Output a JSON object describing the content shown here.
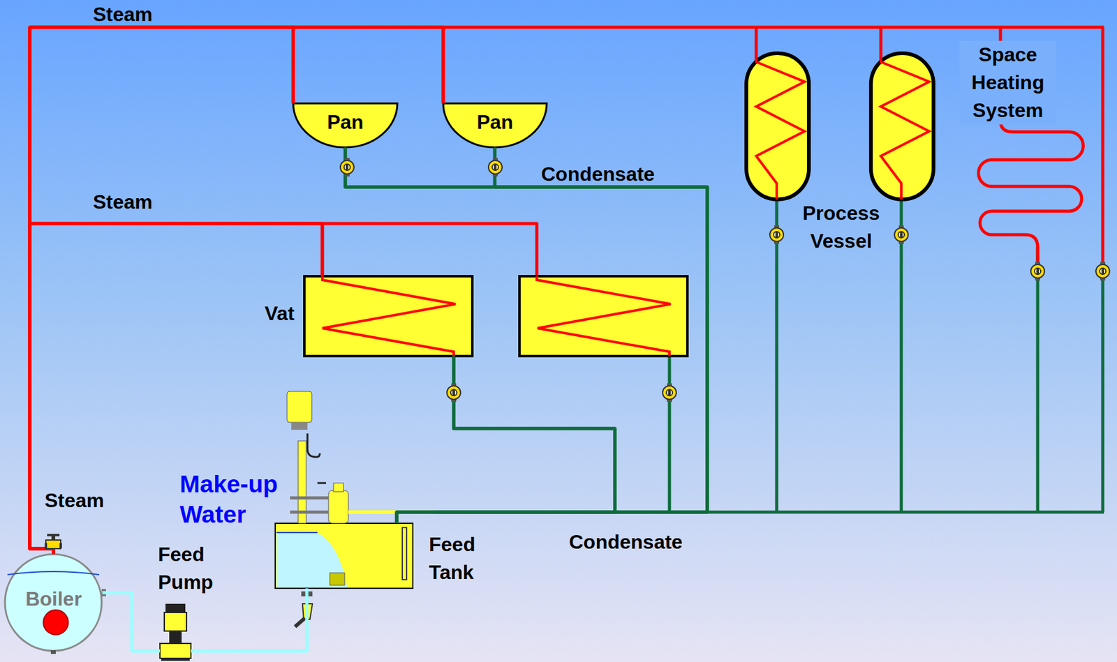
{
  "diagram": {
    "nodes": [
      {
        "text": [
          "Pan"
        ]
      },
      {
        "text": [
          "Pan"
        ]
      },
      {
        "text": [
          "Vat"
        ]
      },
      {
        "text": [
          "Feed Tank"
        ]
      },
      {
        "text": [
          "Feed Pump"
        ]
      },
      {
        "text": [
          "Boiler"
        ]
      }
    ],
    "edges": [
      {
        "from": 5,
        "to": 0,
        "arrow": "none"
      },
      {
        "from": 5,
        "to": 1,
        "arrow": "none"
      },
      {
        "from": 5,
        "to": 2,
        "arrow": "none"
      },
      {
        "from": 0,
        "to": 3,
        "arrow": "none"
      },
      {
        "from": 1,
        "to": 3,
        "arrow": "none"
      },
      {
        "from": 2,
        "to": 3,
        "arrow": "none"
      },
      {
        "from": 3,
        "to": 4,
        "arrow": "none"
      },
      {
        "from": 4,
        "to": 5,
        "arrow": "none"
      }
    ],
    "labels": [
      "Steam",
      "Steam",
      "Steam",
      "Condensate",
      "Condensate",
      "Process Vessel",
      "Space Heating System",
      "Make-up Water"
    ]
  }
}
